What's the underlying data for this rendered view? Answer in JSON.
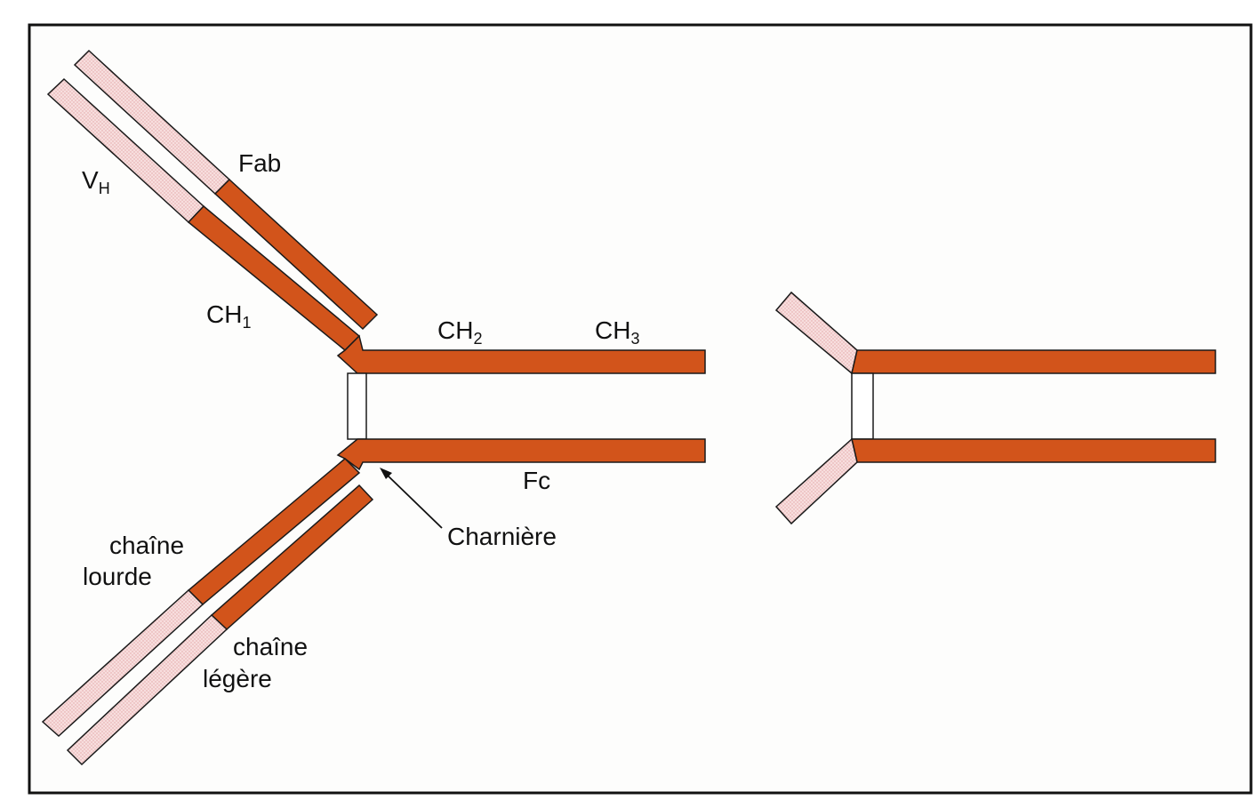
{
  "colors": {
    "background": "#fdfdfc",
    "border": "#111111",
    "constant_region": "#d2541b",
    "variable_region": "#f6dcdc",
    "outline": "#1a1a1a"
  },
  "labels": {
    "fab": "Fab",
    "vh_main": "V",
    "vh_sub": "H",
    "ch1_main": "CH",
    "ch1_sub": "1",
    "ch2_main": "CH",
    "ch2_sub": "2",
    "ch3_main": "CH",
    "ch3_sub": "3",
    "fc": "Fc",
    "hinge": "Charnière",
    "heavy_chain_line1": "chaîne",
    "heavy_chain_line2": "lourde",
    "light_chain_line1": "chaîne",
    "light_chain_line2": "légère"
  }
}
